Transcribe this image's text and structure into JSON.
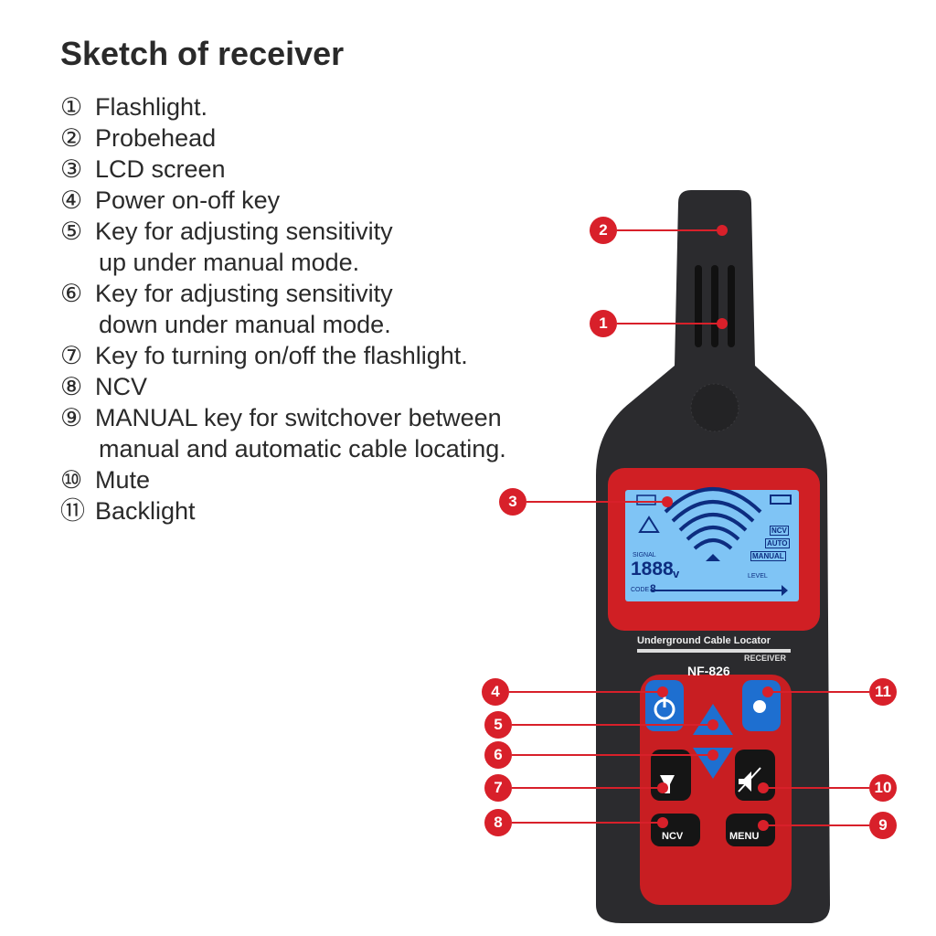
{
  "title": "Sketch of receiver",
  "items": [
    {
      "num": "①",
      "lines": [
        "Flashlight."
      ]
    },
    {
      "num": "②",
      "lines": [
        "Probehead"
      ]
    },
    {
      "num": "③",
      "lines": [
        "LCD screen"
      ]
    },
    {
      "num": "④",
      "lines": [
        "Power on-off key"
      ]
    },
    {
      "num": "⑤",
      "lines": [
        "Key for adjusting sensitivity",
        "up under manual mode."
      ]
    },
    {
      "num": "⑥",
      "lines": [
        "Key for adjusting sensitivity",
        "down under manual mode."
      ]
    },
    {
      "num": "⑦",
      "lines": [
        "Key fo turning on/off the flashlight."
      ]
    },
    {
      "num": "⑧",
      "lines": [
        "NCV"
      ]
    },
    {
      "num": "⑨",
      "lines": [
        "MANUAL key for switchover between",
        "manual and automatic cable locating."
      ]
    },
    {
      "num": "⑩",
      "lines": [
        "Mute"
      ]
    },
    {
      "num": "⑪",
      "lines": [
        "Backlight"
      ]
    }
  ],
  "callouts": [
    "1",
    "2",
    "3",
    "4",
    "5",
    "6",
    "7",
    "8",
    "9",
    "10",
    "11"
  ],
  "device": {
    "product_label": "Underground Cable Locator",
    "sub_label": "RECEIVER",
    "model": "NF-826",
    "lcd": {
      "signal_label": "SIGNAL",
      "reading": "1888",
      "unit": "v",
      "code_label": "CODE",
      "code_value": "8",
      "level_label": "LEVEL",
      "ncv": "NCV",
      "auto": "AUTO",
      "manual": "MANUAL"
    },
    "keys": {
      "ncv": "NCV",
      "menu": "MENU"
    }
  },
  "colors": {
    "accent_red": "#d8202a",
    "lcd_blue": "#7fc4f5",
    "key_blue": "#1e6fd0"
  }
}
